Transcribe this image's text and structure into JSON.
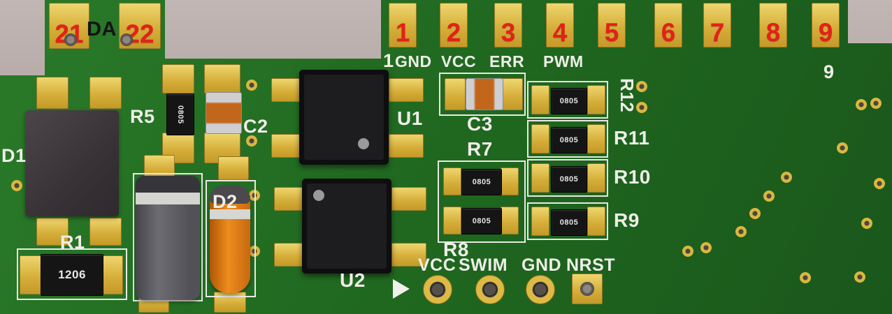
{
  "colors": {
    "background": "#b2a6a5",
    "board_green": "#1f661f",
    "pad_gold": "#d9b83f",
    "silkscreen_white": "#efefe8",
    "pin_number_red": "#e32119"
  },
  "left_tab": {
    "pad_numbers": [
      "21",
      "22"
    ],
    "label": "DA"
  },
  "connector": {
    "pin_numbers": [
      "1",
      "2",
      "3",
      "4",
      "5",
      "6",
      "7",
      "8",
      "9"
    ],
    "silk_pin_first": "1",
    "silk_pin_last": "9",
    "signals": [
      "GND",
      "VCC",
      "ERR",
      "PWM"
    ]
  },
  "components": {
    "D1": {
      "refdes": "D1"
    },
    "R1": {
      "refdes": "R1",
      "marking": "1206"
    },
    "R5": {
      "refdes": "R5",
      "marking": "0805"
    },
    "C2": {
      "refdes": "C2"
    },
    "D2": {
      "refdes": "D2"
    },
    "U1": {
      "refdes": "U1"
    },
    "U2": {
      "refdes": "U2"
    },
    "C3": {
      "refdes": "C3"
    },
    "R7": {
      "refdes": "R7",
      "marking": "0805"
    },
    "R8": {
      "refdes": "R8",
      "marking": "0805"
    },
    "R9": {
      "refdes": "R9",
      "marking": "0805"
    },
    "R10": {
      "refdes": "R10",
      "marking": "0805"
    },
    "R11": {
      "refdes": "R11",
      "marking": "0805"
    },
    "R12": {
      "refdes": "R12",
      "marking": "0805"
    }
  },
  "swim_header": {
    "labels": [
      "VCC",
      "SWIM",
      "GND",
      "NRST"
    ]
  }
}
